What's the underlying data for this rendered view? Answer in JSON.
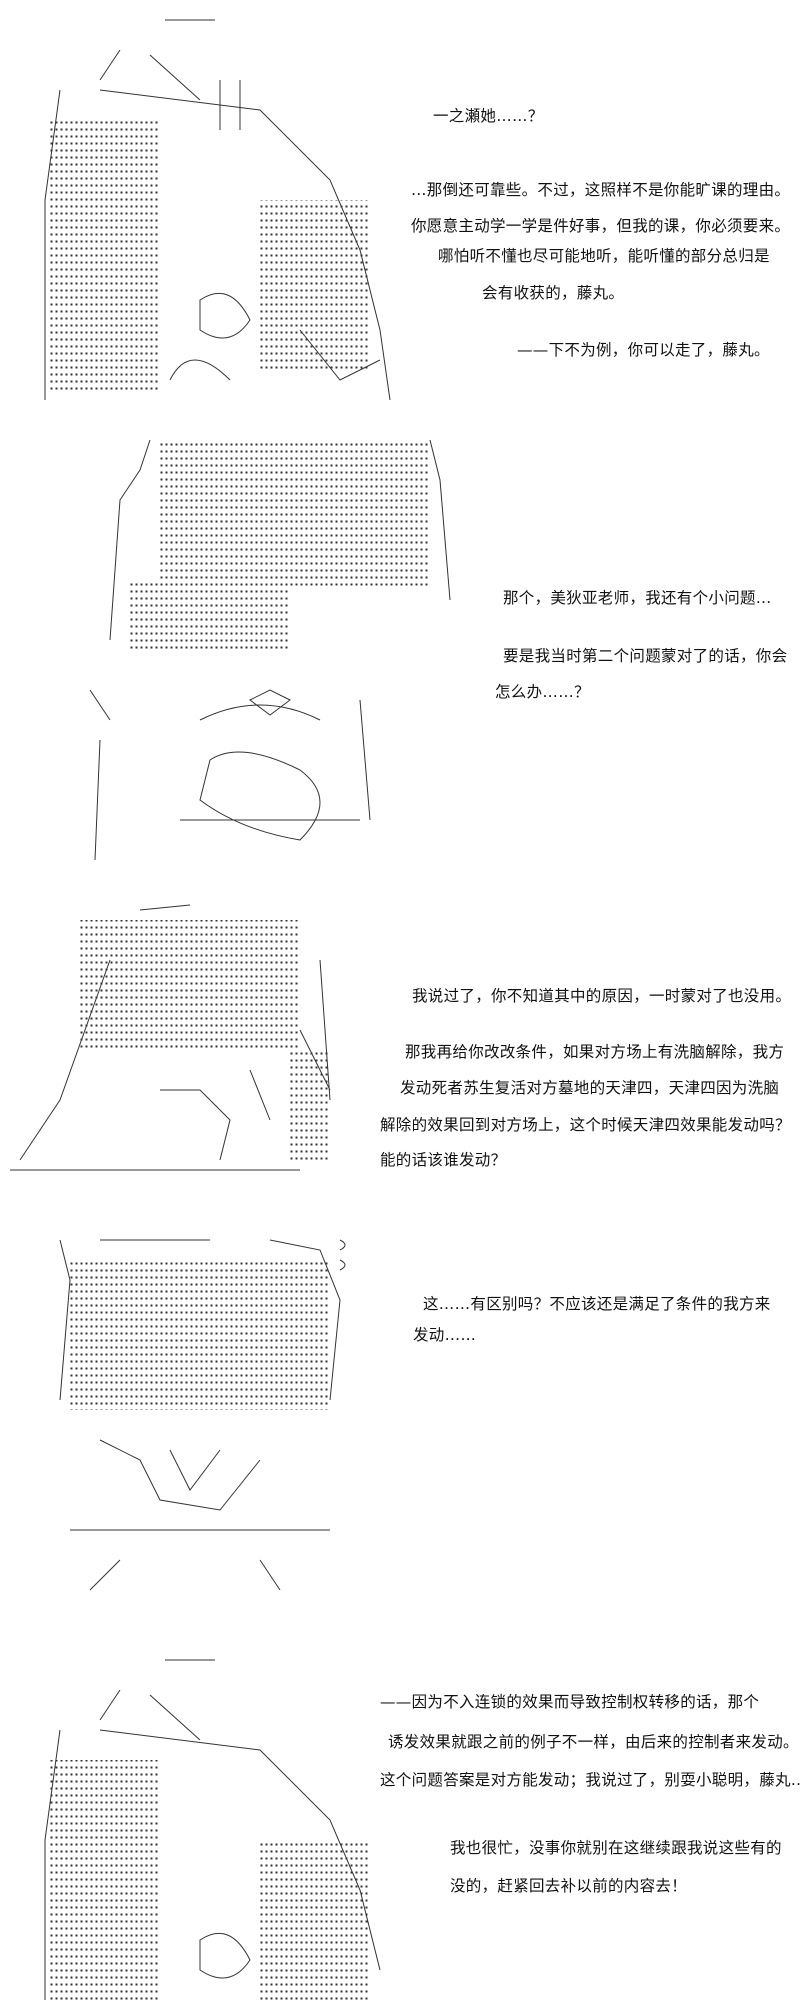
{
  "panels": [
    {
      "lines": [
        "一之瀬她……？",
        "…那倒还可靠些。不过，这照样不是你能旷课的理由。",
        "你愿意主动学一学是件好事，但我的课，你必须要来。",
        "哪怕听不懂也尽可能地听，能听懂的部分总归是",
        "会有收获的，藤丸。",
        "——下不为例，你可以走了，藤丸。"
      ]
    },
    {
      "lines": [
        "那个，美狄亚老师，我还有个小问题…",
        "要是我当时第二个问题蒙对了的话，你会",
        "怎么办……？"
      ]
    },
    {
      "lines": [
        "我说过了，你不知道其中的原因，一时蒙对了也没用。",
        "那我再给你改改条件，如果对方场上有洗脑解除，我方",
        "发动死者苏生复活对方墓地的天津四，天津四因为洗脑",
        "解除的效果回到对方场上，这个时候天津四效果能发动吗？",
        "能的话该谁发动？"
      ]
    },
    {
      "lines": [
        "这……有区别吗？不应该还是满足了条件的我方来",
        "发动……"
      ]
    },
    {
      "lines": [
        "——因为不入连锁的效果而导致控制权转移的话，那个",
        "诱发效果就跟之前的例子不一样，由后来的控制者来发动。",
        "这个问题答案是对方能发动；我说过了，别耍小聪明，藤丸…",
        "我也很忙，没事你就别在这继续跟我说这些有的",
        "没的，赶紧回去补以前的内容去！"
      ]
    }
  ]
}
